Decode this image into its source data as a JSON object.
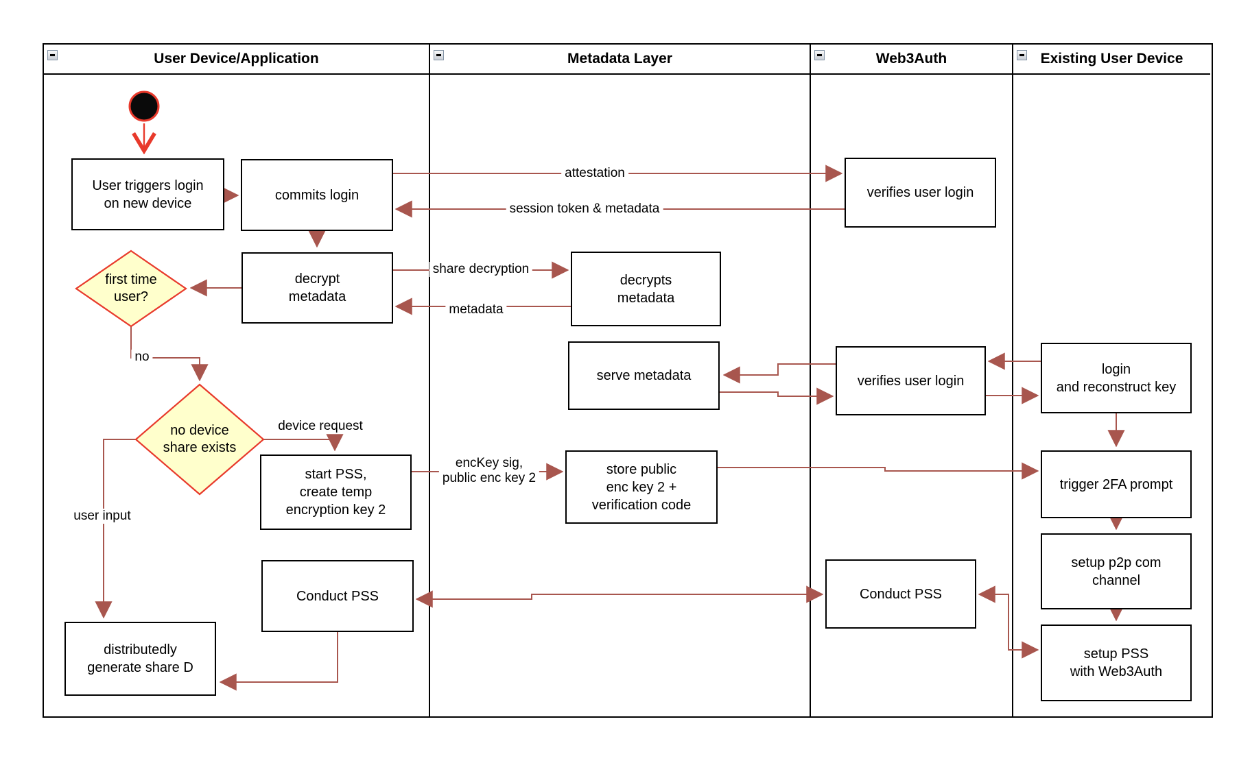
{
  "diagram": {
    "lanes": [
      {
        "title": "User Device/Application"
      },
      {
        "title": "Metadata Layer"
      },
      {
        "title": "Web3Auth"
      },
      {
        "title": "Existing User Device"
      }
    ],
    "nodes": {
      "user_triggers": {
        "label": "User triggers login\non new device"
      },
      "commits": {
        "label": "commits login"
      },
      "verifies1": {
        "label": "verifies user login"
      },
      "decrypt": {
        "label": "decrypt\nmetadata"
      },
      "decrypts": {
        "label": "decrypts\nmetadata"
      },
      "first_time": {
        "label": "first time\nuser?"
      },
      "no_device": {
        "label": "no device\nshare exists"
      },
      "serve": {
        "label": "serve metadata"
      },
      "verifies2": {
        "label": "verifies user login"
      },
      "login_reconstruct": {
        "label": "login\nand reconstruct key"
      },
      "start_pss": {
        "label": "start PSS,\ncreate temp\nencryption key 2"
      },
      "store_public": {
        "label": "store public\nenc key 2 +\nverification code"
      },
      "trigger_2fa": {
        "label": "trigger 2FA prompt"
      },
      "setup_p2p": {
        "label": "setup p2p com\nchannel"
      },
      "setup_pss": {
        "label": "setup PSS\nwith Web3Auth"
      },
      "conduct_user": {
        "label": "Conduct PSS"
      },
      "conduct_w3a": {
        "label": "Conduct PSS"
      },
      "distributedly": {
        "label": "distributedly\ngenerate share D"
      }
    },
    "edge_labels": {
      "attestation": "attestation",
      "session": "session token & metadata",
      "share_decryption": "share decryption",
      "metadata": "metadata",
      "no": "no",
      "device_request": "device request",
      "enckey": "encKey sig,\npublic enc key 2",
      "user_input": "user input"
    },
    "colors": {
      "border": "#000000",
      "arrow": "#a8564e",
      "accent_red": "#e8392b",
      "decision_fill": "#ffffcc"
    }
  }
}
